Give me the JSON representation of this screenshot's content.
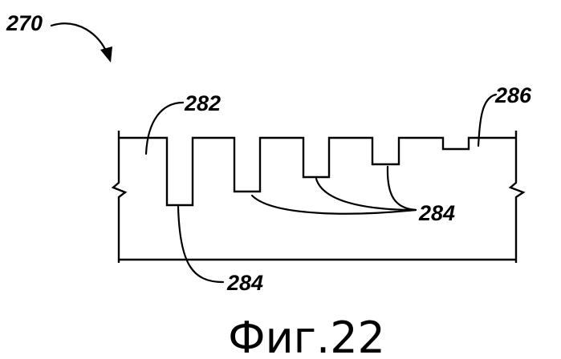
{
  "figure": {
    "caption": "Фиг.22",
    "labels": {
      "assembly": "270",
      "left_land": "282",
      "right_land": "286",
      "grooves_group": "284",
      "groove_deep": "284"
    }
  }
}
